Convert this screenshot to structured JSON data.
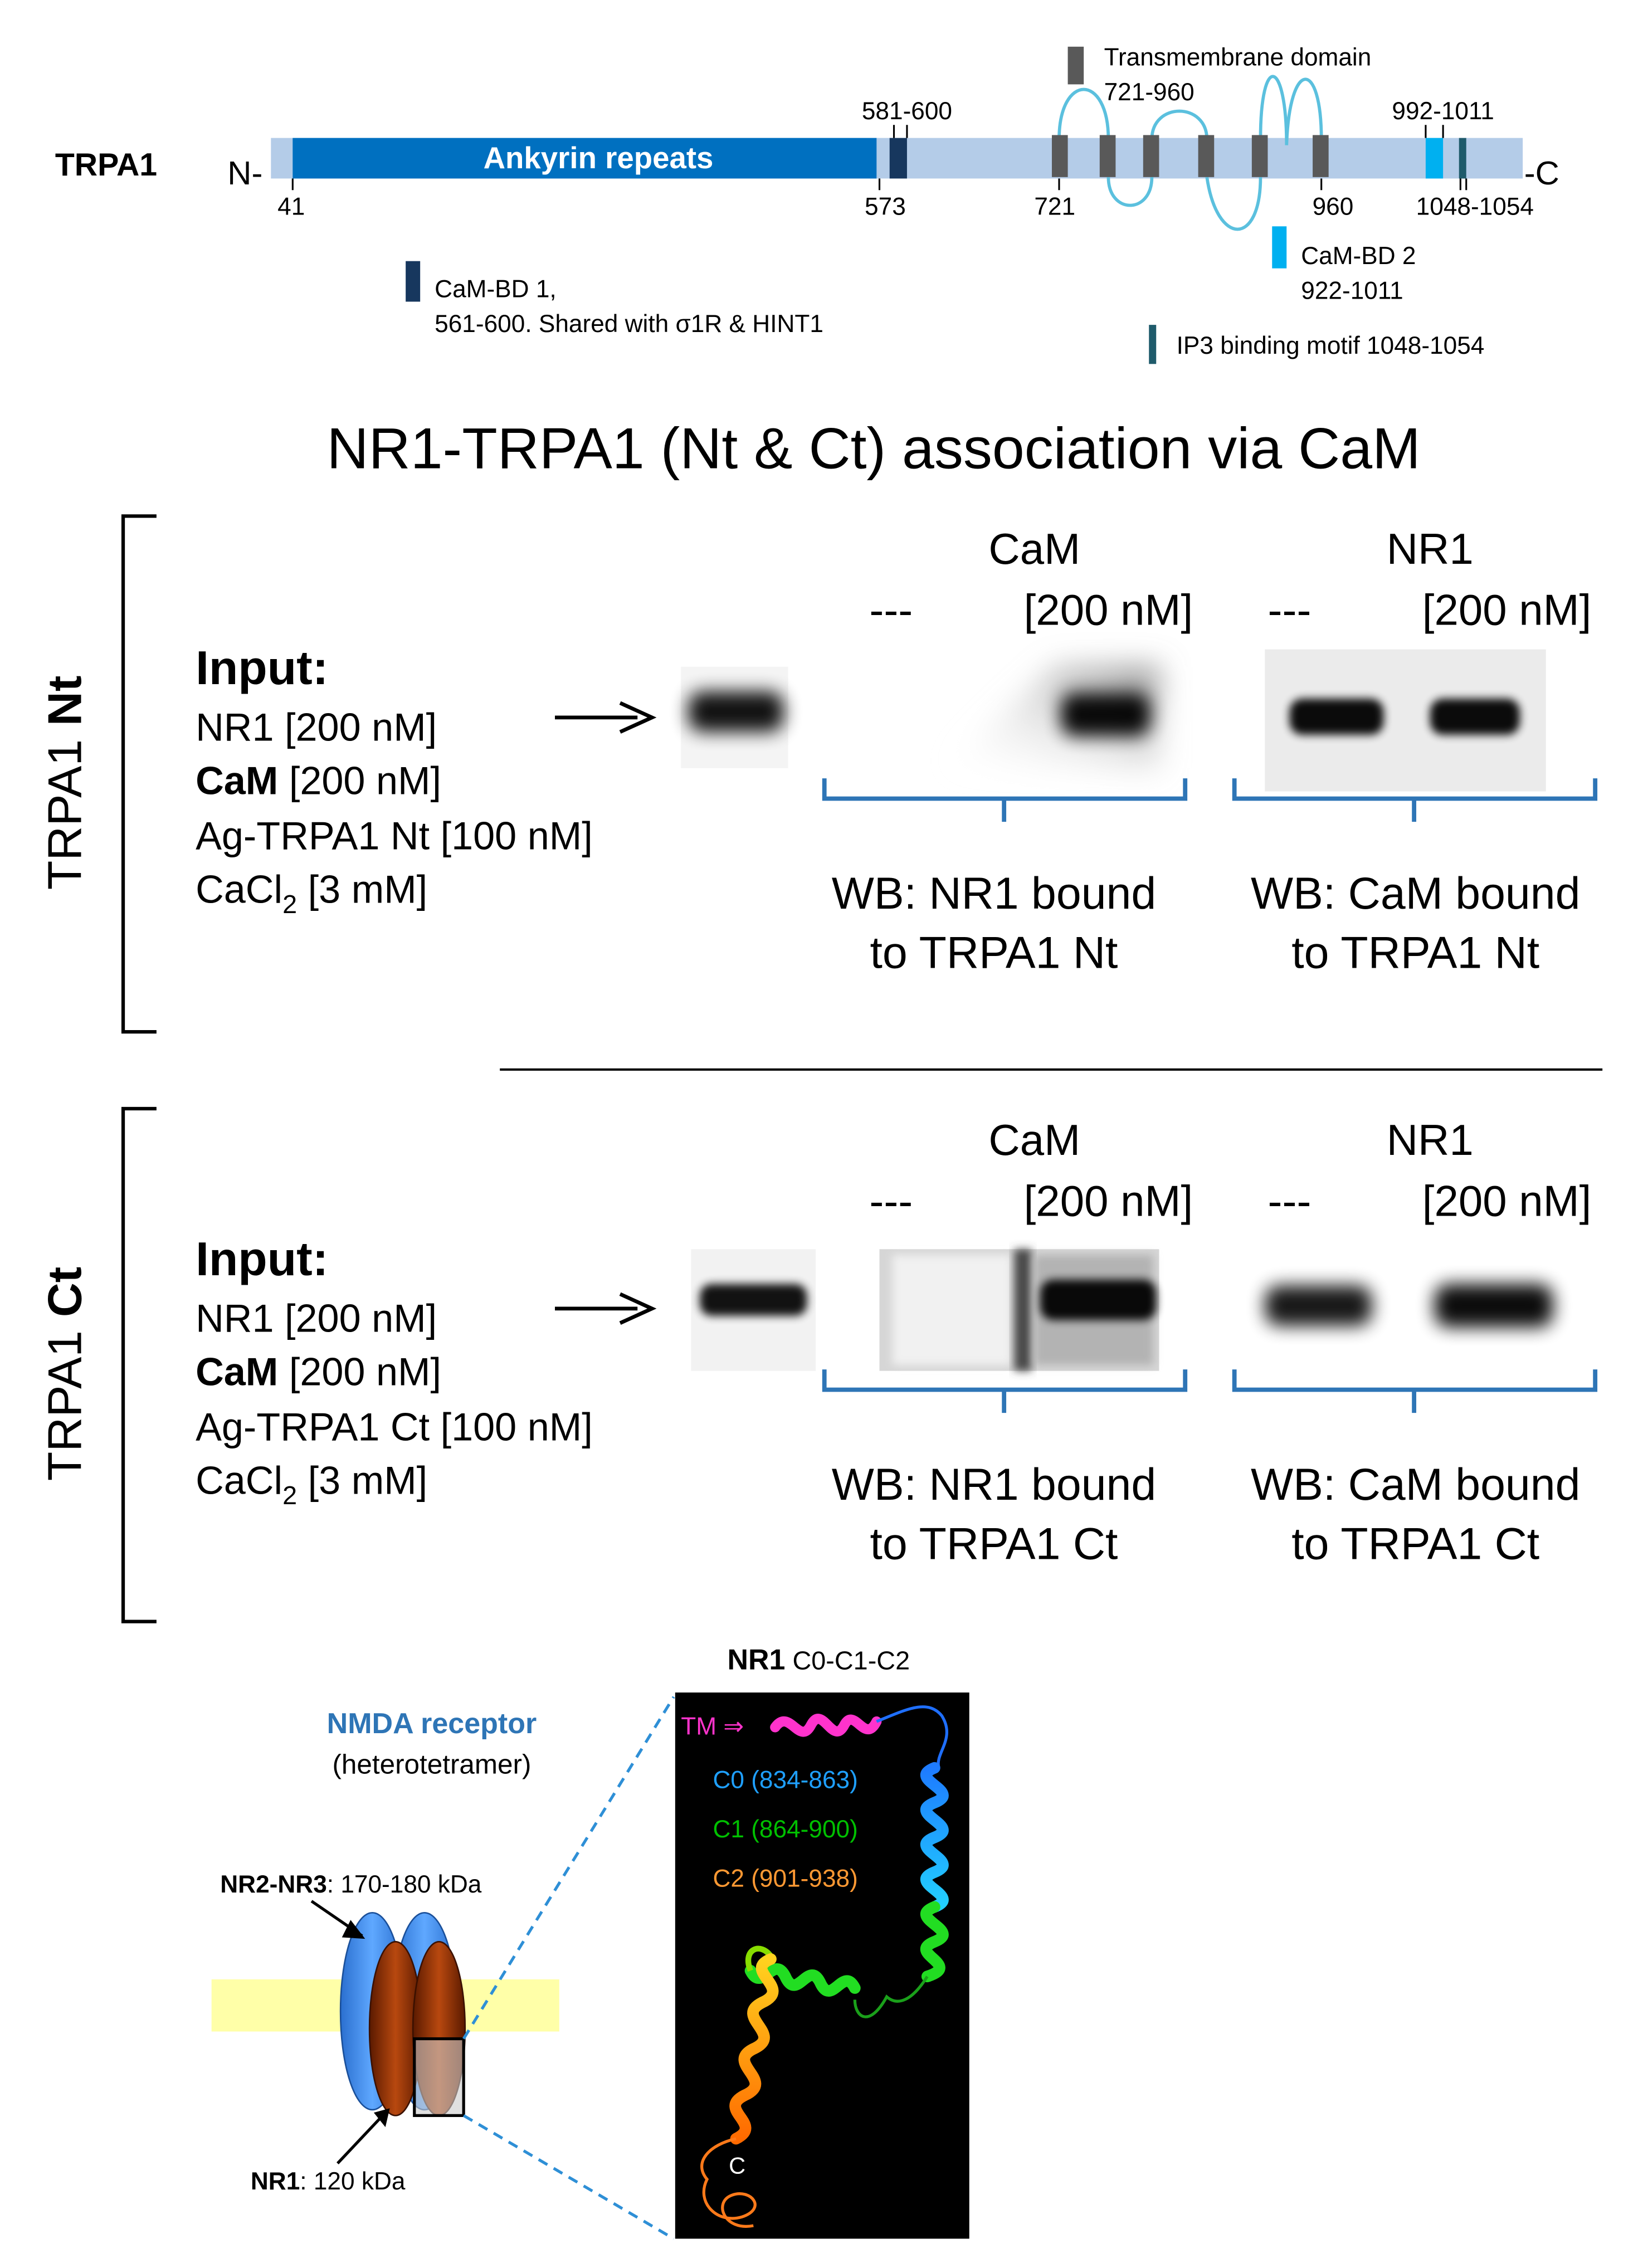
{
  "domain_map": {
    "protein_label": "TRPA1",
    "n_term": "N-",
    "c_term": "-C",
    "ankyrin_label": "Ankyrin repeats",
    "tm_legend_line1": "Transmembrane domain",
    "tm_legend_line2": "721-960",
    "pos_41": "41",
    "pos_573": "573",
    "pos_581_600": "581-600",
    "pos_721": "721",
    "pos_960": "960",
    "pos_992_1011": "992-1011",
    "pos_1048_1054": "1048-1054",
    "cambd1_line1": "CaM-BD 1,",
    "cambd1_line2": "561-600. Shared with σ1R & HINT1",
    "cambd2_line1": "CaM-BD 2",
    "cambd2_line2": "922-1011",
    "ip3_label": "IP3 binding  motif 1048-1054"
  },
  "main_title": "NR1-TRPA1 (Nt & Ct) association via CaM",
  "panels": [
    {
      "side_label_plain": "TRPA1 ",
      "side_label_bold": "Nt",
      "input_heading": "Input:",
      "input_lines": [
        "NR1 [200 nM]",
        "[200 nM]",
        "Ag-TRPA1 Nt [100 nM]",
        "CaCl",
        "2",
        "[3 mM]"
      ],
      "cam_bold": "CaM",
      "cam_header": "CaM",
      "nr1_header": "NR1",
      "dash": "---",
      "conc": "[200 nM]",
      "wb1_line1": "WB: NR1 bound",
      "wb1_line2": "to TRPA1 Nt",
      "wb2_line1": "WB: CaM bound",
      "wb2_line2": "to TRPA1 Nt"
    },
    {
      "side_label_plain": "TRPA1 ",
      "side_label_bold": "Ct",
      "input_heading": "Input:",
      "input_lines": [
        "NR1 [200 nM]",
        "[200 nM]",
        "Ag-TRPA1 Ct [100 nM]",
        "CaCl",
        "2",
        "[3 mM]"
      ],
      "cam_bold": "CaM",
      "cam_header": "CaM",
      "nr1_header": "NR1",
      "dash": "---",
      "conc": "[200 nM]",
      "wb1_line1": "WB: NR1 bound",
      "wb1_line2": "to TRPA1 Ct",
      "wb2_line1": "WB: CaM bound",
      "wb2_line2": "to TRPA1 Ct"
    }
  ],
  "receptor": {
    "title": "NMDA receptor",
    "subtitle": "(heterotetramer)",
    "nr2_bold": "NR2-NR3",
    "nr2_rest": ": 170-180 kDa",
    "nr1_bold": "NR1",
    "nr1_rest": ": 120 kDa",
    "structure_title_bold": "NR1",
    "structure_title_rest": " C0-C1-C2",
    "tm_label": "TM ⇒",
    "c0_label": "C0 (834-863)",
    "c1_label": "C1 (864-900)",
    "c2_label": "C2 (901-938)",
    "c_label": "C"
  },
  "colors": {
    "ankyrin": "#0070c0",
    "protein_bar": "#b4cce8",
    "cambd1": "#17375e",
    "cambd2": "#00b0f0",
    "ip3": "#1f5b6b",
    "tm_block": "#595959",
    "loop": "#5bc0de",
    "bracket_blue": "#2e75b6",
    "nmda_title": "#2e75b6",
    "tm_magenta": "#ff33cc",
    "c0_blue": "#1fa0ff",
    "c1_green": "#00c000",
    "c2_orange": "#ff9933"
  }
}
